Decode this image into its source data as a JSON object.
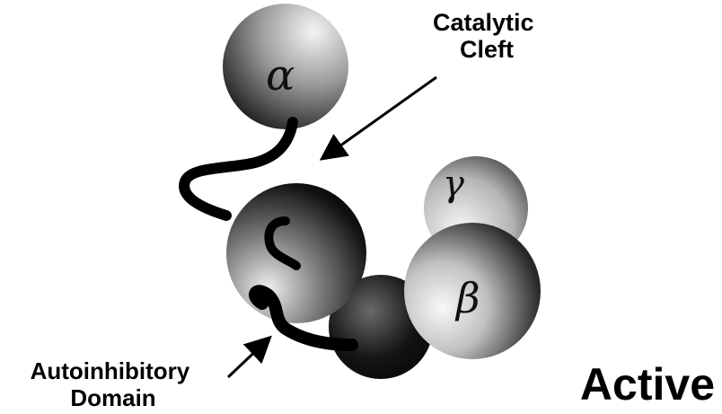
{
  "labels": {
    "catalytic_cleft": [
      "Catalytic",
      "Cleft"
    ],
    "autoinhibitory_domain": [
      "Autoinhibitory",
      "Domain"
    ],
    "state": "Active"
  },
  "subunits": {
    "alpha": "α",
    "gamma": "γ",
    "beta": "β"
  },
  "colors": {
    "ink": "#000000",
    "sphere_light": "#f2f2f2",
    "sphere_dark": "#050505"
  }
}
